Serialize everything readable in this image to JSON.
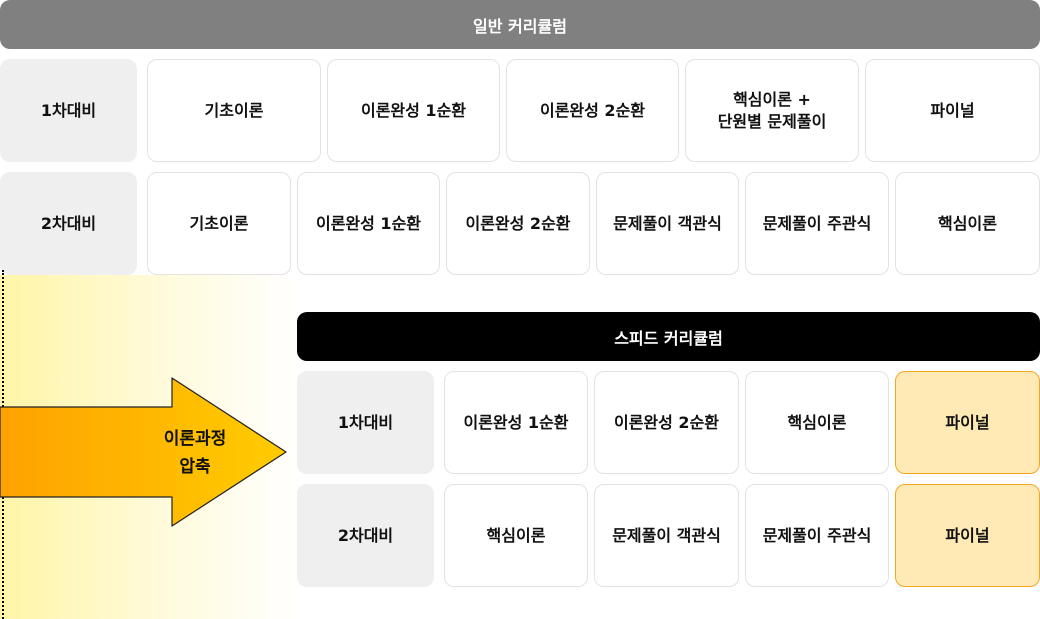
{
  "general": {
    "title": "일반 커리큘럼",
    "row1": [
      "1차대비",
      "기초이론",
      "이론완성 1순환",
      "이론완성 2순환",
      "핵심이론 +",
      "단원별 문제풀이",
      "파이널"
    ],
    "row2": [
      "2차대비",
      "기초이론",
      "이론완성 1순환",
      "이론완성 2순환",
      "문제풀이 객관식",
      "문제풀이 주관식",
      "핵심이론"
    ]
  },
  "arrow": {
    "line1": "이론과정",
    "line2": "압축"
  },
  "speed": {
    "title": "스피드 커리큘럼",
    "row1": [
      "1차대비",
      "이론완성 1순환",
      "이론완성 2순환",
      "핵심이론",
      "파이널"
    ],
    "row2": [
      "2차대비",
      "핵심이론",
      "문제풀이 객관식",
      "문제풀이 주관식",
      "파이널"
    ]
  }
}
